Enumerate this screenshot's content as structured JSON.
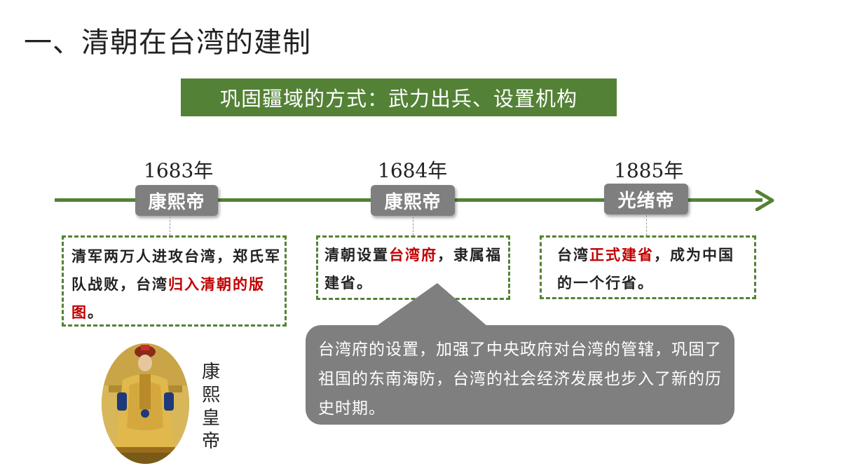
{
  "title": "一、清朝在台湾的建制",
  "banner": "巩固疆域的方式：武力出兵、设置机构",
  "timeline": [
    {
      "year": "1683年",
      "emperor": "康熙帝",
      "card_parts": [
        "清军两万人进攻台湾，郑氏军队战败，台湾",
        "归入清朝的版图",
        "。"
      ]
    },
    {
      "year": "1684年",
      "emperor": "康熙帝",
      "card_parts": [
        "清朝设置",
        "台湾府",
        "，隶属福建省。"
      ]
    },
    {
      "year": "1885年",
      "emperor": "光绪帝",
      "card_parts": [
        "台湾",
        "正式建省",
        "，成为中国的一个行省。"
      ]
    }
  ],
  "callout": "台湾府的设置，加强了中央政府对台湾的管辖，巩固了祖国的东南海防，台湾的社会经济发展也步入了新的历史时期。",
  "portrait": {
    "caption": "康熙皇帝"
  },
  "colors": {
    "green": "#548235",
    "banner_green": "#538135",
    "gray": "#7f7f7f",
    "red": "#c00000"
  }
}
